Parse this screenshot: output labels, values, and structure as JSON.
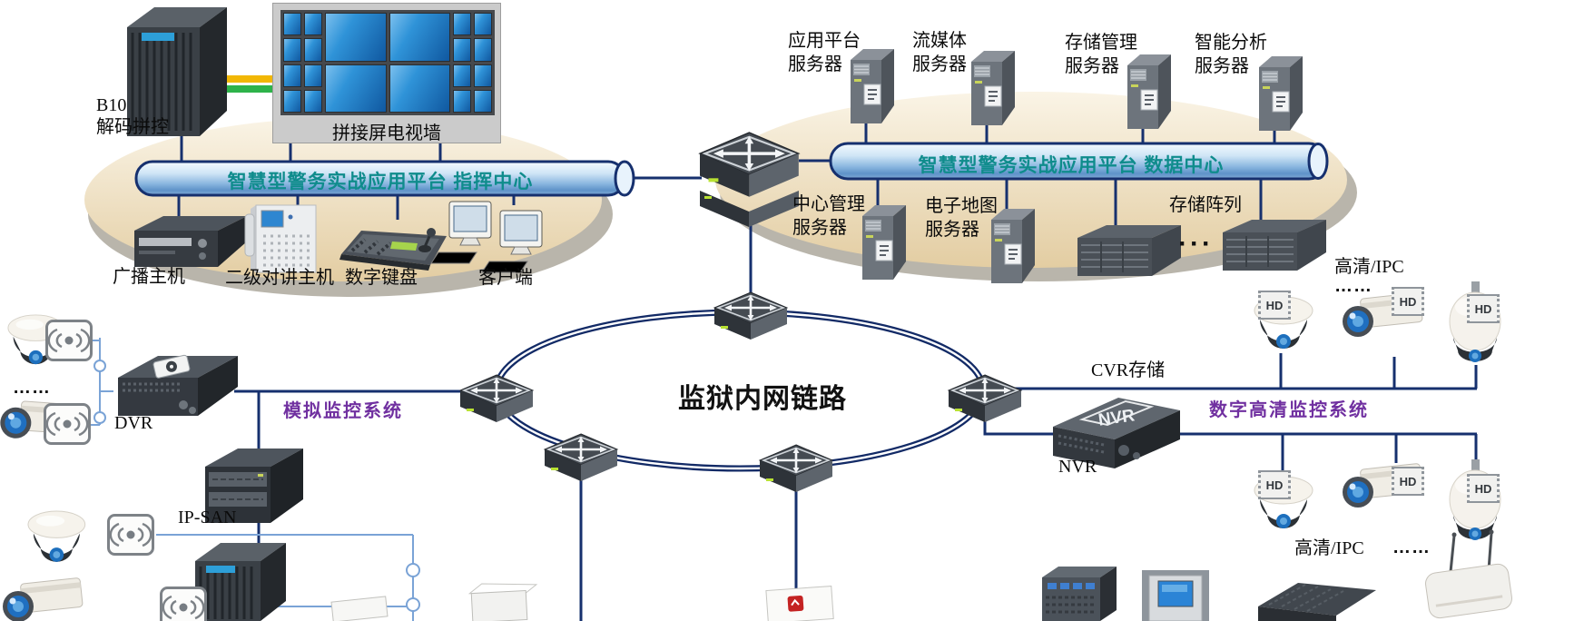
{
  "command_center": {
    "bus_label": "智慧型警务实战应用平台 指挥中心",
    "decoder": {
      "l1": "B10",
      "l2": "解码拼控"
    },
    "tv_wall_label": "拼接屏电视墙",
    "broadcast_label": "广播主机",
    "intercom_label": "二级对讲主机",
    "keyboard_label": "数字键盘",
    "client_label": "客户端"
  },
  "data_center": {
    "bus_label": "智慧型警务实战应用平台 数据中心",
    "servers_top": [
      {
        "l1": "应用平台",
        "l2": "服务器"
      },
      {
        "l1": "流媒体",
        "l2": "服务器"
      },
      {
        "l1": "存储管理",
        "l2": "服务器"
      },
      {
        "l1": "智能分析",
        "l2": "服务器"
      }
    ],
    "servers_bottom": [
      {
        "l1": "中心管理",
        "l2": "服务器"
      },
      {
        "l1": "电子地图",
        "l2": "服务器"
      }
    ],
    "storage_label": "存储阵列",
    "storage_dots": "···"
  },
  "ring": {
    "label": "监狱内网链路"
  },
  "analog_system": {
    "label": "模拟监控系统",
    "dvr_label": "DVR",
    "ipsan_label": "IP-SAN",
    "dots": "……"
  },
  "digital_system": {
    "label": "数字高清监控系统",
    "cvr_label": "CVR存储",
    "nvr_label": "NVR",
    "nvr_text": "NVR",
    "ipc_top_label": "高清/IPC",
    "ipc_bottom_label": "高清/IPC",
    "dots": "……"
  },
  "icons": {
    "hd_badge": "HD"
  },
  "colors": {
    "line_navy": "#16306e",
    "bus_text_teal": "#0f8c8c",
    "label_purple": "#7030a0",
    "screen_blue": "#1c7fd0",
    "cable_yellow": "#f2b705",
    "cable_green": "#2eb34a",
    "platform_cream": "#efe3c9"
  }
}
